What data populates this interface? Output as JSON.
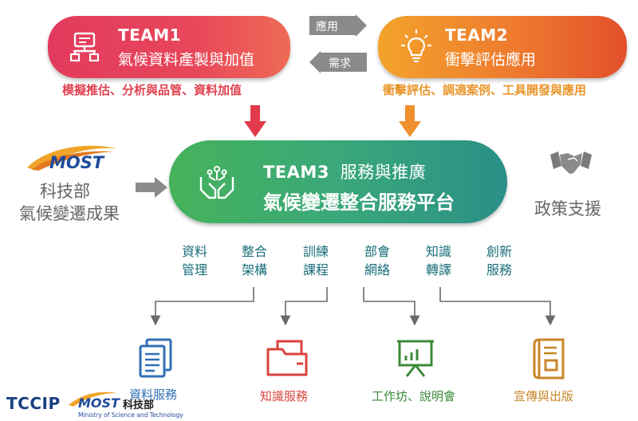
{
  "team1": {
    "title": "TEAM1",
    "subtitle": "氣候資料產製與加值",
    "caption": "模擬推估、分析與品管、資料加值",
    "icon": "server-icon"
  },
  "team2": {
    "title": "TEAM2",
    "subtitle": "衝擊評估應用",
    "caption": "衝擊評估、調適案例、工具開發與應用",
    "icon": "lightbulb-icon"
  },
  "exchange": {
    "apply": "應用",
    "need": "需求"
  },
  "team3": {
    "title": "TEAM3",
    "title_suffix": "服務與推廣",
    "subtitle": "氣候變遷整合服務平台",
    "icon": "hands-network-icon"
  },
  "most": {
    "logo_text": "MOST",
    "line1": "科技部",
    "line2": "氣候變遷成果"
  },
  "policy": {
    "label": "政策支援"
  },
  "services": [
    {
      "line1": "資料",
      "line2": "管理"
    },
    {
      "line1": "整合",
      "line2": "架構"
    },
    {
      "line1": "訓練",
      "line2": "課程"
    },
    {
      "line1": "部會",
      "line2": "網絡"
    },
    {
      "line1": "知識",
      "line2": "轉譯"
    },
    {
      "line1": "創新",
      "line2": "服務"
    }
  ],
  "outputs": [
    {
      "label": "資料服務",
      "icon": "documents-icon"
    },
    {
      "label": "知識服務",
      "icon": "folder-icon"
    },
    {
      "label": "工作坊、說明會",
      "icon": "presentation-board-icon"
    },
    {
      "label": "宣傳與出版",
      "icon": "publication-icon"
    }
  ],
  "footer": {
    "tccip": "TCCIP",
    "most": "MOST",
    "most_cn": "科技部",
    "ministry": "Ministry of Science and Technology"
  },
  "colors": {
    "team1": "#e23a5d",
    "team2": "#f08a2e",
    "team3": "#3aa87a",
    "service_text": "#1a6e7a",
    "caption1": "#e0424f",
    "caption2": "#e8952a",
    "gray": "#8a8a8a"
  }
}
